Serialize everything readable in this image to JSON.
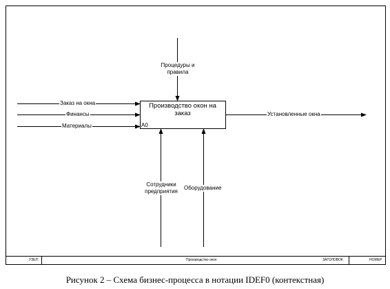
{
  "diagram": {
    "box": {
      "title": "Производство окон на заказ",
      "id": "A0"
    },
    "inputs": [
      "Заказ на окна",
      "Финансы",
      "Материалы"
    ],
    "control": "Процедуры и правила",
    "output": "Установленные окна",
    "mechanisms": [
      "Сотрудники предприятия",
      "Оборудование"
    ]
  },
  "footer": {
    "node_label": "УЗЕЛ:",
    "diagram_title": "Производство окон",
    "title_label": "ЗАГОЛОВОК",
    "number_label": "НОМЕР"
  },
  "caption": "Рисунок 2  – Схема  бизнес-процесса в нотации IDEF0 (контекстная)"
}
